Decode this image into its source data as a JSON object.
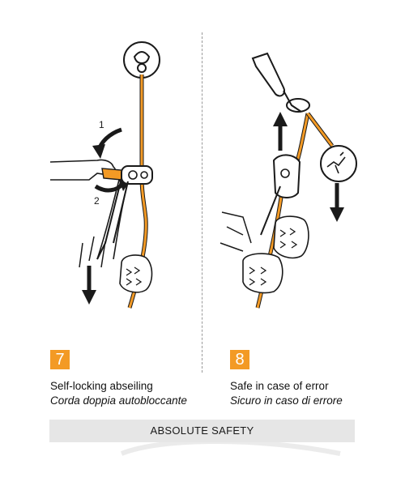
{
  "panels": [
    {
      "step_number": "7",
      "caption_line1": "Self-locking abseiling",
      "caption_line2": "Corda doppia autobloccante",
      "arrow_labels": [
        "1",
        "2"
      ]
    },
    {
      "step_number": "8",
      "caption_line1": "Safe in case of error",
      "caption_line2": "Sicuro in caso di errore"
    }
  ],
  "footer": {
    "label": "ABSOLUTE SAFETY"
  },
  "colors": {
    "accent": "#f39a25",
    "rope": "#f39a25",
    "ink": "#1a1a1a",
    "footer_bg": "#e6e6e6"
  },
  "icons": [
    "anchor-ring-icon",
    "falling-climber-icon",
    "arrow-down-icon",
    "arrow-up-icon",
    "curved-arrow-icon"
  ]
}
